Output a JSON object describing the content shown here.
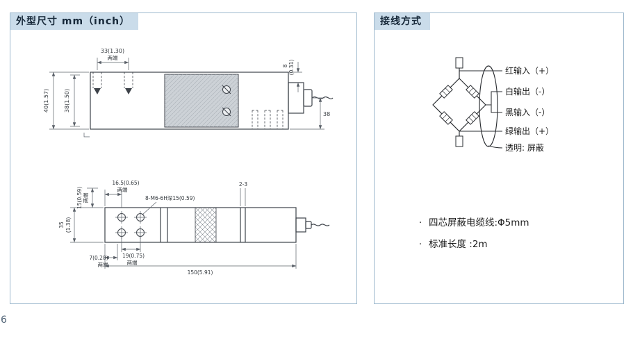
{
  "page": {
    "number": "6"
  },
  "theme": {
    "header_bg": "#cadcea",
    "header_text": "#17293a",
    "panel_border": "#9db8cd",
    "drawing_line": "#3d4249"
  },
  "dimensions_panel": {
    "title": "外型尺寸 mm（inch）",
    "side_view": {
      "dim_width_top": "33(1.30)",
      "dim_width_top_note": "两端",
      "dim_height_outer": "40(1.57)",
      "dim_height_inner": "38(1.50)",
      "dim_step": "8",
      "dim_step_inch": "(0.31)",
      "dim_cable_height": "38"
    },
    "top_view": {
      "dim_row_spacing": "15(0.59)",
      "dim_row_spacing_note": "两端",
      "dim_edge_hole": "16.5(0.65)",
      "dim_edge_hole_note": "两端",
      "thread_callout": "8-M6-6H深15(0.59)",
      "dim_gap": "2-3",
      "dim_plate_width": "35",
      "dim_plate_width_inch": "(1.38)",
      "dim_hole_spacing": "19(0.75)",
      "dim_hole_spacing_note": "两端",
      "dim_edge_offset": "7(0.28)",
      "dim_edge_offset_note": "两端",
      "dim_overall_length": "150(5.91)"
    }
  },
  "wiring_panel": {
    "title": "接线方式",
    "wires": [
      {
        "label": "红输入（+）"
      },
      {
        "label": "白输出（-）"
      },
      {
        "label": "黑输入（-）"
      },
      {
        "label": "绿输出（+）"
      },
      {
        "label": "透明: 屏蔽"
      }
    ],
    "bullet": "·",
    "notes": [
      "四芯屏蔽电缆线:Φ5mm",
      "标准长度 :2m"
    ]
  }
}
